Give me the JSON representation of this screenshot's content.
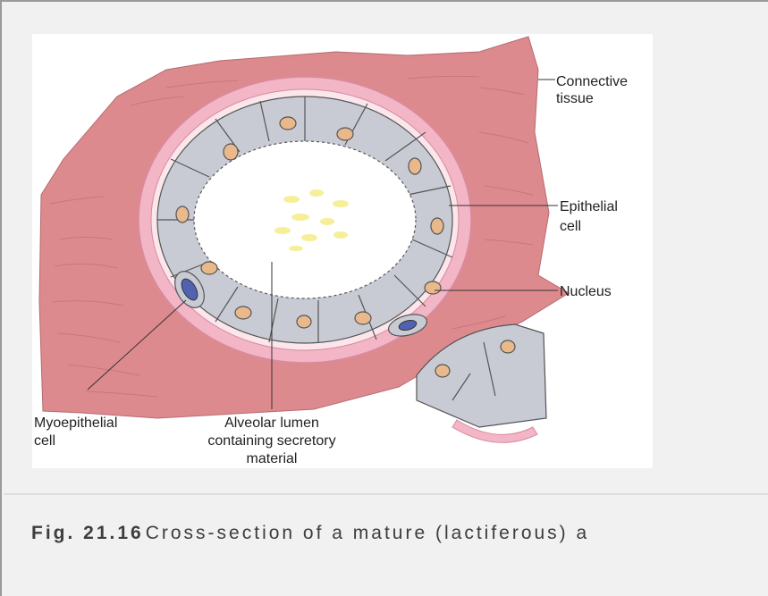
{
  "figure": {
    "labels": {
      "connective_tissue_1": "Connective",
      "connective_tissue_2": "tissue",
      "epithelial_cell_1": "Epithelial",
      "epithelial_cell_2": "cell",
      "nucleus": "Nucleus",
      "myoepithelial_cell_1": "Myoepithelial",
      "myoepithelial_cell_2": "cell",
      "alveolar_lumen_1": "Alveolar lumen",
      "alveolar_lumen_2": "containing secretory",
      "alveolar_lumen_3": "material"
    },
    "colors": {
      "connective_tissue": "#dd8a8f",
      "basement_membrane": "#f3b6c6",
      "epithelial_cell": "#c8cbd3",
      "nucleus": "#e9b98b",
      "secretory_droplet": "#f5ef9a",
      "myoepithelial_nucleus": "#4f63b0"
    }
  },
  "caption": {
    "label": "Fig. 21.16",
    "text": "Cross-section of a mature (lactiferous) a"
  }
}
